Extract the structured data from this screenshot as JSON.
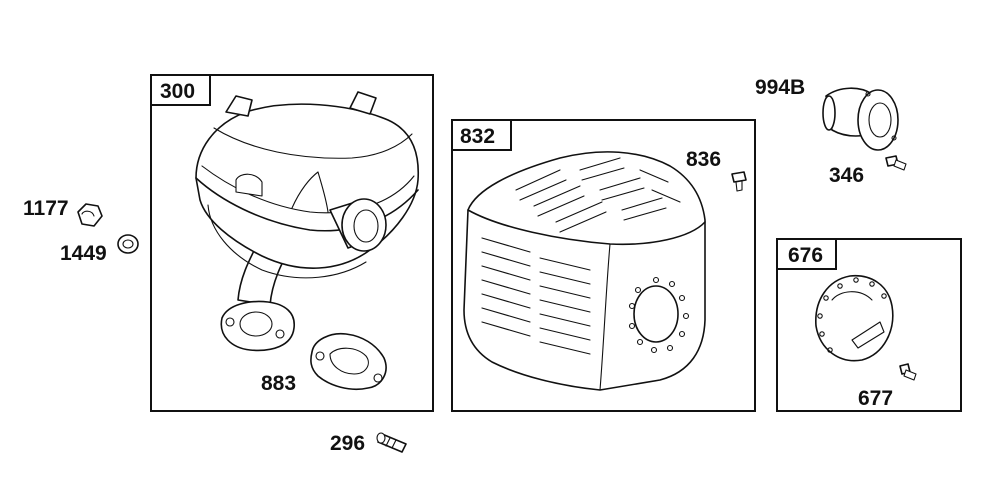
{
  "groups": {
    "muffler": "300",
    "heat_shield": "832",
    "muffler_cover": "676"
  },
  "parts": {
    "nut": "1177",
    "lock_washer": "1449",
    "gasket": "883",
    "stud": "296",
    "shield_screw": "836",
    "spark_arrester": "994B",
    "arrester_screw": "346",
    "cover_screw": "677"
  },
  "icons": {
    "muffler": "muffler-assembly-icon",
    "heat_shield": "slotted-heat-shield-icon",
    "cover": "deflector-cover-icon"
  }
}
